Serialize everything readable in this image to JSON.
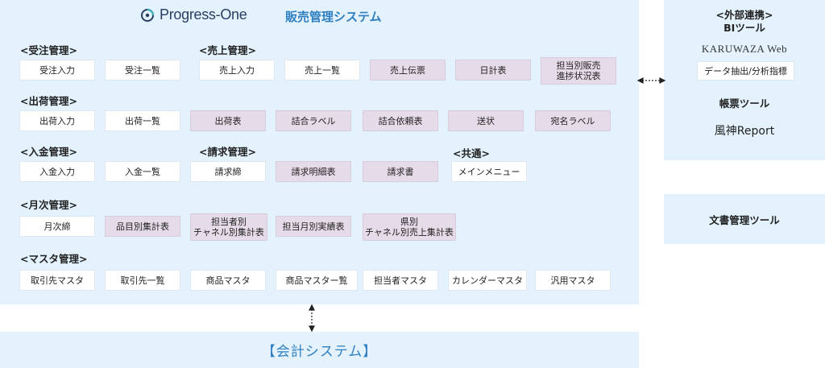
{
  "header": {
    "logo_text": "Progress-One",
    "system_title": "販売管理システム"
  },
  "sections": {
    "order": "<受注管理>",
    "sales": "<売上管理>",
    "shipping": "<出荷管理>",
    "payment": "<入金管理>",
    "billing": "<請求管理>",
    "common": "<共通>",
    "monthly": "<月次管理>",
    "master": "<マスタ管理>"
  },
  "boxes": {
    "order_entry": "受注入力",
    "order_list": "受注一覧",
    "sales_entry": "売上入力",
    "sales_list": "売上一覧",
    "sales_slip": "売上伝票",
    "daily_table": "日計表",
    "rep_sales_progress": "担当別販売\n進捗状況表",
    "ship_entry": "出荷入力",
    "ship_list": "出荷一覧",
    "ship_table": "出荷表",
    "pack_label": "詰合ラベル",
    "pack_request": "詰合依頼表",
    "delivery_slip": "送状",
    "address_label": "宛名ラベル",
    "payment_entry": "入金入力",
    "payment_list": "入金一覧",
    "billing_close": "請求締",
    "billing_detail": "請求明細表",
    "invoice": "請求書",
    "main_menu": "メインメニュー",
    "monthly_close": "月次締",
    "item_summary": "品目別集計表",
    "rep_channel_summary": "担当者別\nチャネル別集計表",
    "rep_monthly_results": "担当月別実績表",
    "pref_channel_sales": "県別\nチャネル別売上集計表",
    "client_master": "取引先マスタ",
    "client_list": "取引先一覧",
    "product_master": "商品マスタ",
    "product_master_list": "商品マスター覧",
    "rep_master": "担当者マスタ",
    "calendar_master": "カレンダーマスタ",
    "general_master": "汎用マスタ"
  },
  "accounting": {
    "label": "【会計システム】"
  },
  "external": {
    "heading": "<外部連携>",
    "bi_tool": "BIツール",
    "karuwaza": "KARUWAZA Web",
    "karuwaza_box": "データ抽出/分析指標",
    "form_tool": "帳票ツール",
    "report": "風神Report"
  },
  "document": {
    "label": "文書管理ツール"
  },
  "colors": {
    "panel_bg": "#e3f2fc",
    "report_box": "#e6dbe8",
    "screen_box": "#ffffff",
    "accent": "#2f7fc0"
  }
}
